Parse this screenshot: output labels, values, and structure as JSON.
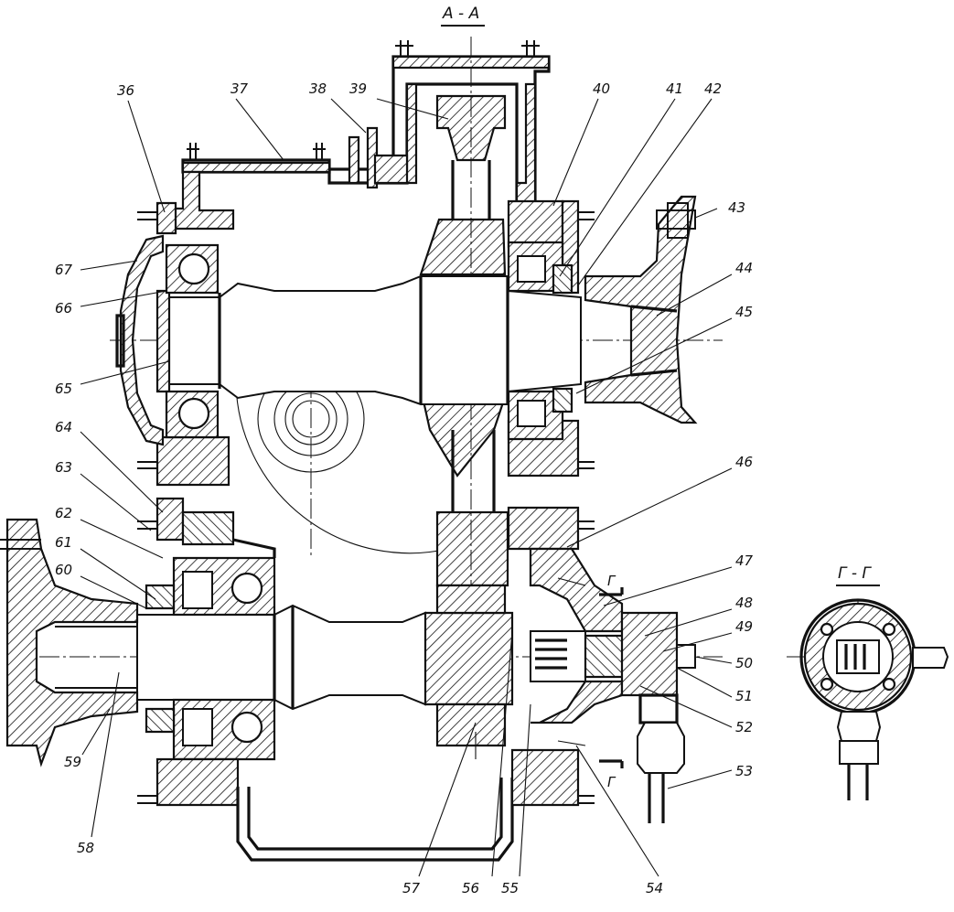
{
  "section_title": "А - А",
  "detail_title": "Г - Г",
  "cut_marks": {
    "upper": "Г",
    "lower": "Г"
  },
  "callouts": [
    {
      "id": "c36",
      "text": "36"
    },
    {
      "id": "c37",
      "text": "37"
    },
    {
      "id": "c38",
      "text": "38"
    },
    {
      "id": "c39",
      "text": "39"
    },
    {
      "id": "c40",
      "text": "40"
    },
    {
      "id": "c41",
      "text": "41"
    },
    {
      "id": "c42",
      "text": "42"
    },
    {
      "id": "c43",
      "text": "43"
    },
    {
      "id": "c44",
      "text": "44"
    },
    {
      "id": "c45",
      "text": "45"
    },
    {
      "id": "c46",
      "text": "46"
    },
    {
      "id": "c47",
      "text": "47"
    },
    {
      "id": "c48",
      "text": "48"
    },
    {
      "id": "c49",
      "text": "49"
    },
    {
      "id": "c50",
      "text": "50"
    },
    {
      "id": "c51",
      "text": "51"
    },
    {
      "id": "c52",
      "text": "52"
    },
    {
      "id": "c53",
      "text": "53"
    },
    {
      "id": "c54",
      "text": "54"
    },
    {
      "id": "c55",
      "text": "55"
    },
    {
      "id": "c56",
      "text": "56"
    },
    {
      "id": "c57",
      "text": "57"
    },
    {
      "id": "c58",
      "text": "58"
    },
    {
      "id": "c59",
      "text": "59"
    },
    {
      "id": "c60",
      "text": "60"
    },
    {
      "id": "c61",
      "text": "61"
    },
    {
      "id": "c62",
      "text": "62"
    },
    {
      "id": "c63",
      "text": "63"
    },
    {
      "id": "c64",
      "text": "64"
    },
    {
      "id": "c65",
      "text": "65"
    },
    {
      "id": "c66",
      "text": "66"
    },
    {
      "id": "c67",
      "text": "67"
    }
  ]
}
